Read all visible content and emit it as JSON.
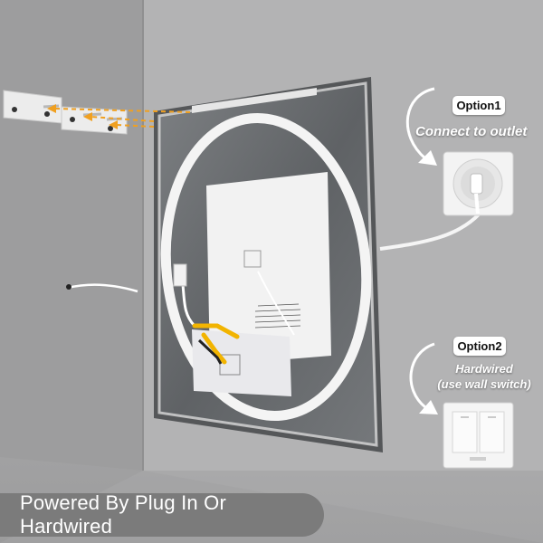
{
  "option1": {
    "badge": "Option1",
    "caption": "Connect to outlet"
  },
  "option2": {
    "badge": "Option2",
    "caption_line1": "Hardwired",
    "caption_line2": "(use wall switch)"
  },
  "banner": {
    "text": "Powered By Plug In Or Hardwired"
  },
  "colors": {
    "wall_left": "#9c9c9d",
    "wall_right": "#b3b3b4",
    "mirror": "#6f7275",
    "led_ring": "#f4f4f4",
    "banner": "#7b7b7b",
    "arrow": "#f0a020"
  }
}
